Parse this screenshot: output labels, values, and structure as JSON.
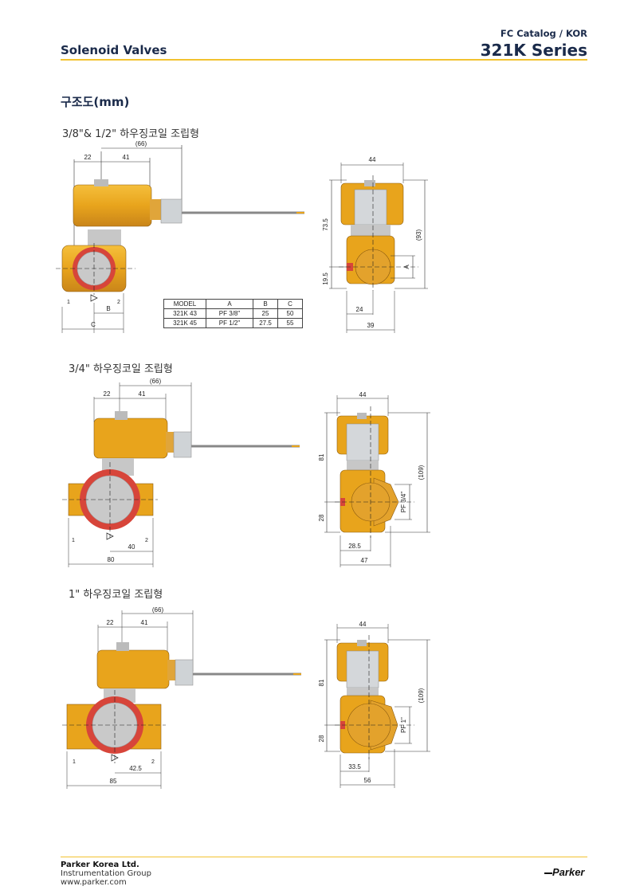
{
  "header": {
    "left_title": "Solenoid Valves",
    "catalog": "FC Catalog / KOR",
    "series": "321K Series"
  },
  "section_title": "구조도(mm)",
  "diagrams": [
    {
      "subtitle": "3/8\"& 1/2\" 하우징코일 조립형",
      "front": {
        "total": "(66)",
        "d1": "22",
        "d2": "41",
        "port_in": "1",
        "port_out": "2",
        "dim_b": "B",
        "dim_c": "C"
      },
      "side": {
        "width": "44",
        "h_top": "73.5",
        "h_bot": "19.5",
        "h_total": "(93)",
        "port": "A",
        "w1": "24",
        "w2": "39"
      },
      "table": {
        "headers": [
          "MODEL",
          "A",
          "B",
          "C"
        ],
        "rows": [
          [
            "321K 43",
            "PF 3/8\"",
            "25",
            "50"
          ],
          [
            "321K 45",
            "PF 1/2\"",
            "27.5",
            "55"
          ]
        ]
      }
    },
    {
      "subtitle": "3/4\" 하우징코일 조립형",
      "front": {
        "total": "(66)",
        "d1": "22",
        "d2": "41",
        "port_in": "1",
        "port_out": "2",
        "dim_b": "40",
        "dim_c": "80"
      },
      "side": {
        "width": "44",
        "h_top": "81",
        "h_bot": "28",
        "h_total": "(109)",
        "port": "PF 3/4\"",
        "w1": "28.5",
        "w2": "47"
      }
    },
    {
      "subtitle": "1\" 하우징코일 조립형",
      "front": {
        "total": "(66)",
        "d1": "22",
        "d2": "41",
        "port_in": "1",
        "port_out": "2",
        "dim_b": "42.5",
        "dim_c": "85"
      },
      "side": {
        "width": "44",
        "h_top": "81",
        "h_bot": "28",
        "h_total": "(109)",
        "port": "PF 1\"",
        "w1": "33.5",
        "w2": "56"
      }
    }
  ],
  "footer": {
    "company": "Parker Korea Ltd.",
    "group": "Instrumentation Group",
    "web": "www.parker.com",
    "logo_text": "Parker"
  },
  "colors": {
    "brass": "#e8a41c",
    "accent_line": "#f2c230",
    "seal_red": "#d7453a",
    "title": "#1a2a4a"
  }
}
